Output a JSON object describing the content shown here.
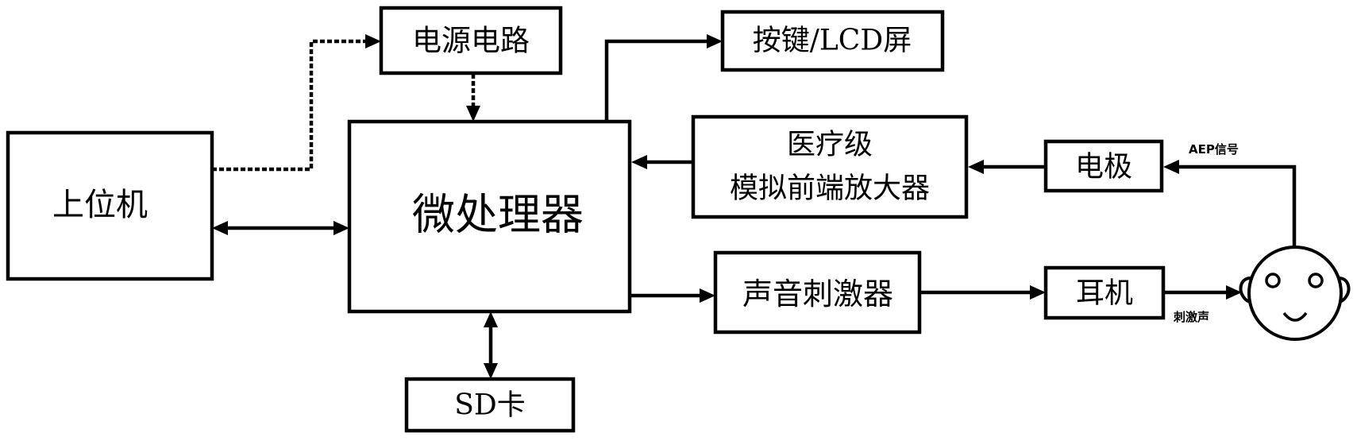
{
  "diagram": {
    "type": "block-diagram",
    "colors": {
      "stroke": "#000000",
      "background": "#ffffff"
    },
    "blocks": {
      "host": {
        "label": "上位机"
      },
      "power": {
        "label": "电源电路"
      },
      "mcu": {
        "label": "微处理器"
      },
      "keys_lcd": {
        "label": "按键/LCD屏"
      },
      "amplifier": {
        "label_line1": "医疗级",
        "label_line2": "模拟前端放大器"
      },
      "electrode": {
        "label": "电极"
      },
      "sound_stimulator": {
        "label": "声音刺激器"
      },
      "earphone": {
        "label": "耳机"
      },
      "sd_card": {
        "label": "SD卡"
      }
    },
    "annotations": {
      "aep_signal": "AEP信号",
      "stimulus_sound": "刺激声"
    },
    "subject_icon": "smiling-head-icon",
    "connections": [
      {
        "from": "host",
        "to": "power",
        "style": "dotted",
        "direction": "forward"
      },
      {
        "from": "power",
        "to": "mcu",
        "style": "dotted",
        "direction": "forward"
      },
      {
        "from": "host",
        "to": "mcu",
        "style": "solid",
        "direction": "bidirectional"
      },
      {
        "from": "mcu",
        "to": "keys_lcd",
        "style": "solid",
        "direction": "forward"
      },
      {
        "from": "amplifier",
        "to": "mcu",
        "style": "solid",
        "direction": "forward"
      },
      {
        "from": "electrode",
        "to": "amplifier",
        "style": "solid",
        "direction": "forward"
      },
      {
        "from": "subject",
        "to": "electrode",
        "style": "solid",
        "direction": "forward",
        "label": "AEP信号"
      },
      {
        "from": "mcu",
        "to": "sound_stimulator",
        "style": "solid",
        "direction": "forward"
      },
      {
        "from": "sound_stimulator",
        "to": "earphone",
        "style": "solid",
        "direction": "forward"
      },
      {
        "from": "earphone",
        "to": "subject",
        "style": "solid",
        "direction": "forward",
        "label": "刺激声"
      },
      {
        "from": "mcu",
        "to": "sd_card",
        "style": "solid",
        "direction": "bidirectional"
      }
    ]
  }
}
